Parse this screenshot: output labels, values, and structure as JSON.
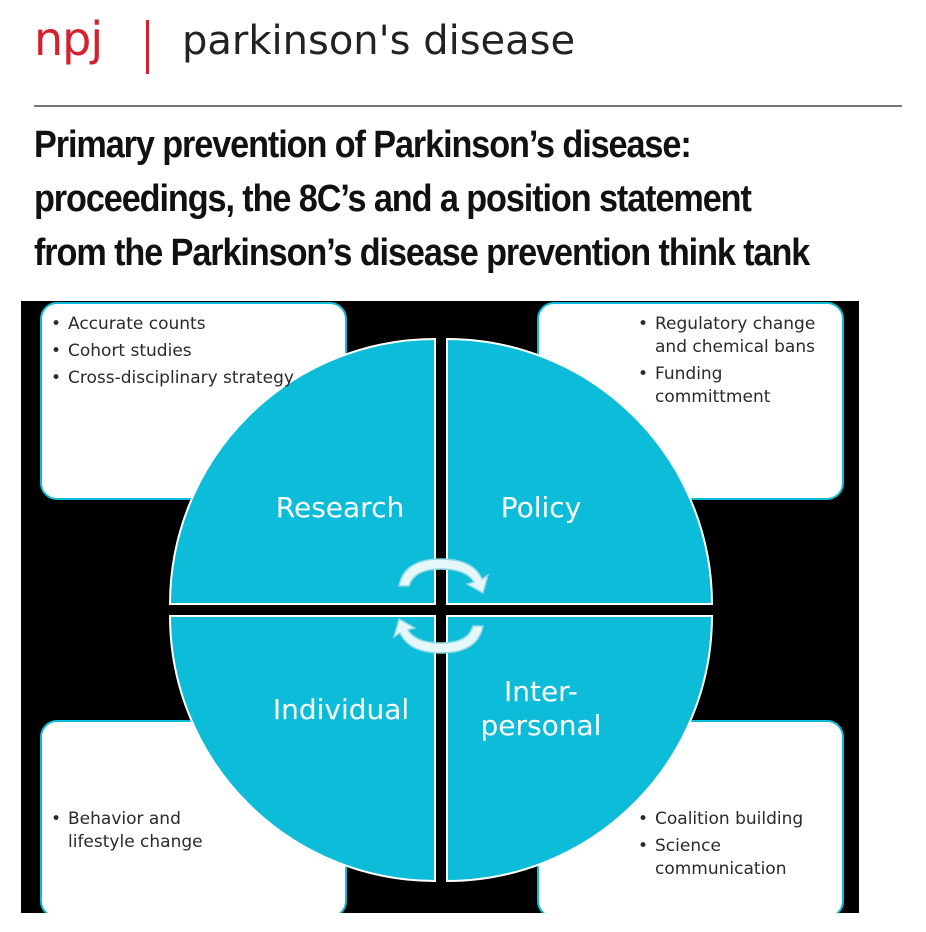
{
  "header": {
    "logo_text": "npj",
    "journal": "parkinson's disease",
    "brand_color": "#d3212f"
  },
  "article": {
    "title_lines": [
      "Primary prevention of Parkinson’s disease:",
      "proceedings, the 8C’s and a position statement",
      "from the Parkinson’s disease prevention think tank"
    ]
  },
  "figure": {
    "quadrants": {
      "research": "Research",
      "policy": "Policy",
      "individual": "Individual",
      "interpersonal_line1": "Inter-",
      "interpersonal_line2": "personal"
    },
    "boxes": {
      "top_left": [
        "Accurate counts",
        "Cohort studies",
        "Cross-disciplinary strategy"
      ],
      "top_right": [
        "Regulatory change and chemical bans",
        "Funding committment"
      ],
      "bottom_left": [
        "Behavior and lifestyle change"
      ],
      "bottom_right": [
        "Coalition building",
        "Science communication"
      ]
    },
    "colors": {
      "quadrant_fill": "#0dbcd8",
      "background": "#000000",
      "box_border": "#0dbcd8",
      "arrow_fill": "#e6f7fa"
    },
    "icons": [
      "cycle-arrow-icon"
    ]
  }
}
